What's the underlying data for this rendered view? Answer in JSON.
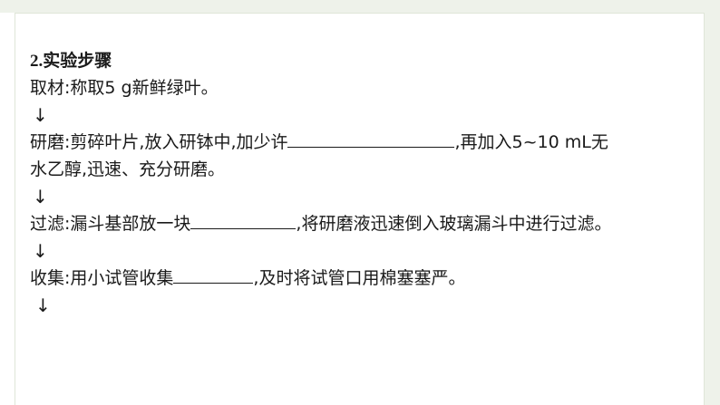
{
  "heading": {
    "number": "2.",
    "title": "实验步骤"
  },
  "steps": {
    "material": "取材:称取5 g新鲜绿叶。",
    "arrow1": "↓",
    "grind": {
      "before_blank": "研磨:剪碎叶片,放入研钵中,加少许",
      "after_blank": ",再加入5~10 mL无",
      "continued": "水乙醇,迅速、充分研磨。"
    },
    "arrow2": "↓",
    "filter": {
      "before_blank": "过滤:漏斗基部放一块",
      "after_blank": ",将研磨液迅速倒入玻璃漏斗中进行过滤。"
    },
    "arrow3": "↓",
    "collect": {
      "before_blank": "收集:用小试管收集",
      "after_blank": ",及时将试管口用棉塞塞严。"
    },
    "arrow4": "↓"
  }
}
